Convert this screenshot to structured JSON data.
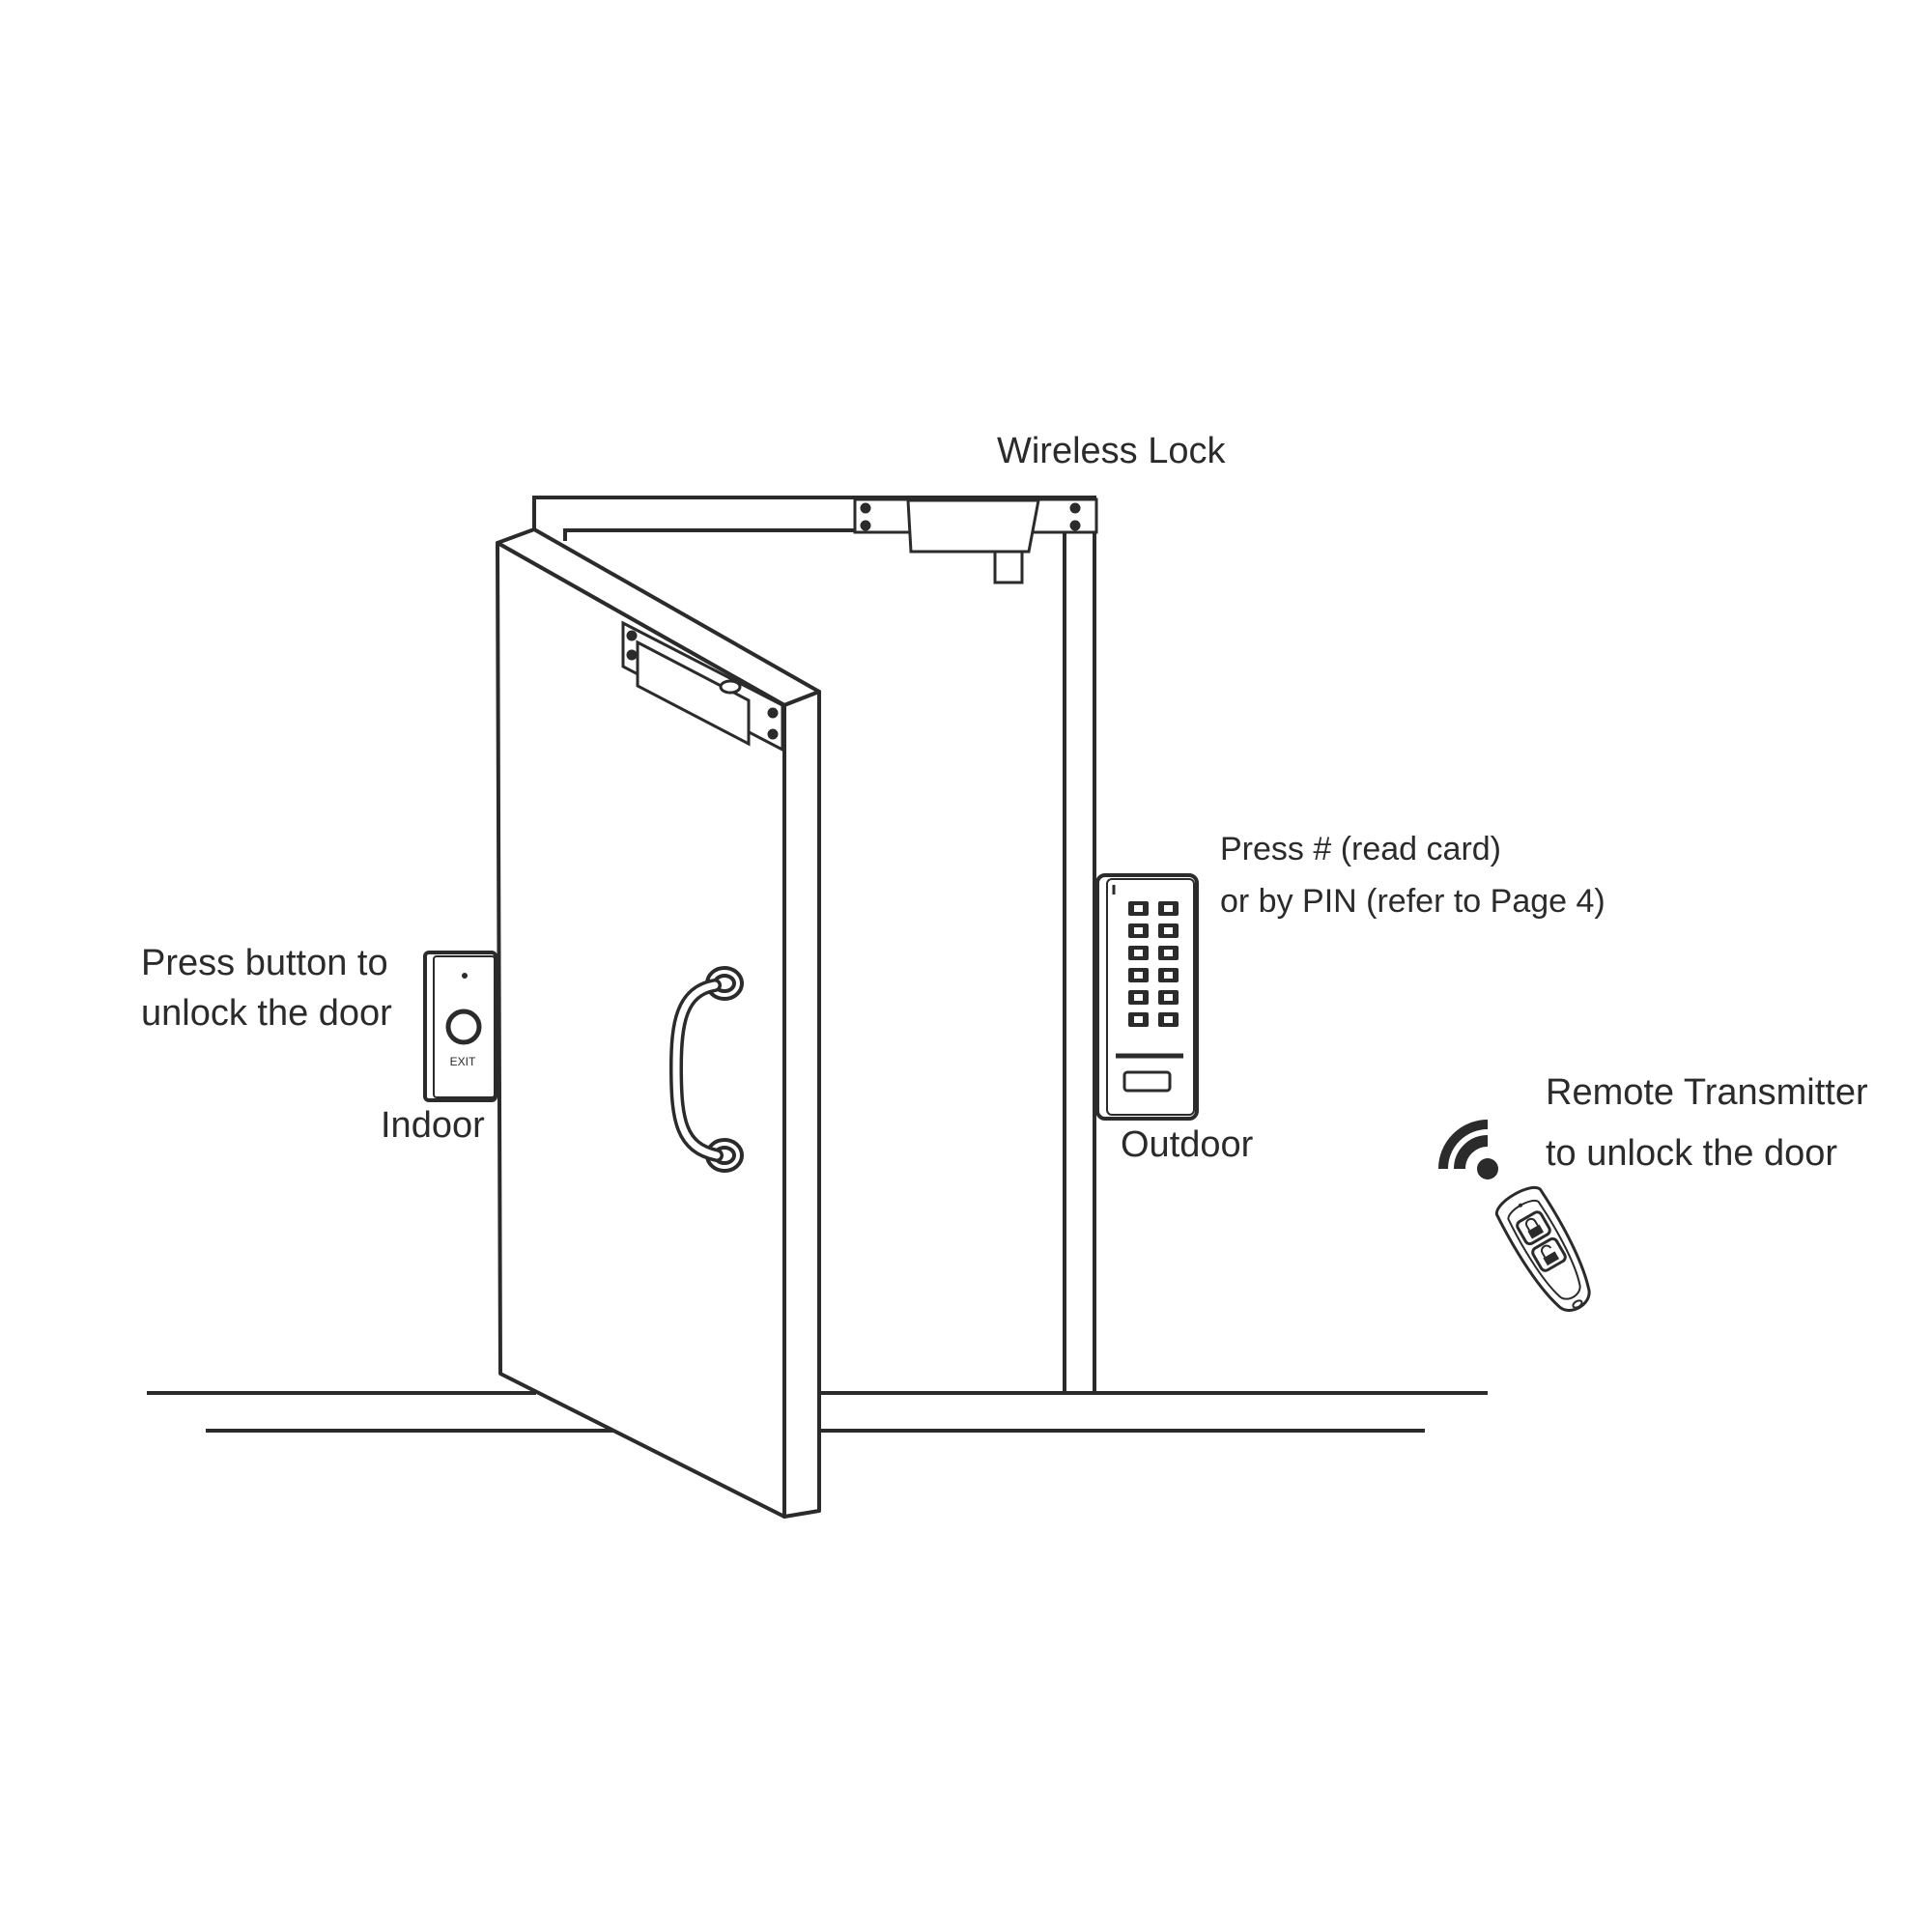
{
  "labels": {
    "wireless_lock": "Wireless Lock",
    "exit_button_line1": "Press button to",
    "exit_button_line2": "unlock the door",
    "exit_button_text": "EXIT",
    "indoor": "Indoor",
    "keypad_line1": "Press # (read card)",
    "keypad_line2": "or by PIN (refer to Page 4)",
    "outdoor": "Outdoor",
    "remote_line1": "Remote Transmitter",
    "remote_line2": "to unlock the door"
  },
  "icons": [
    "wifi-signal-icon",
    "remote-fob-icon",
    "lock-icon",
    "unlock-icon"
  ],
  "colors": {
    "line": "#2b2b2b",
    "background": "#ffffff"
  }
}
